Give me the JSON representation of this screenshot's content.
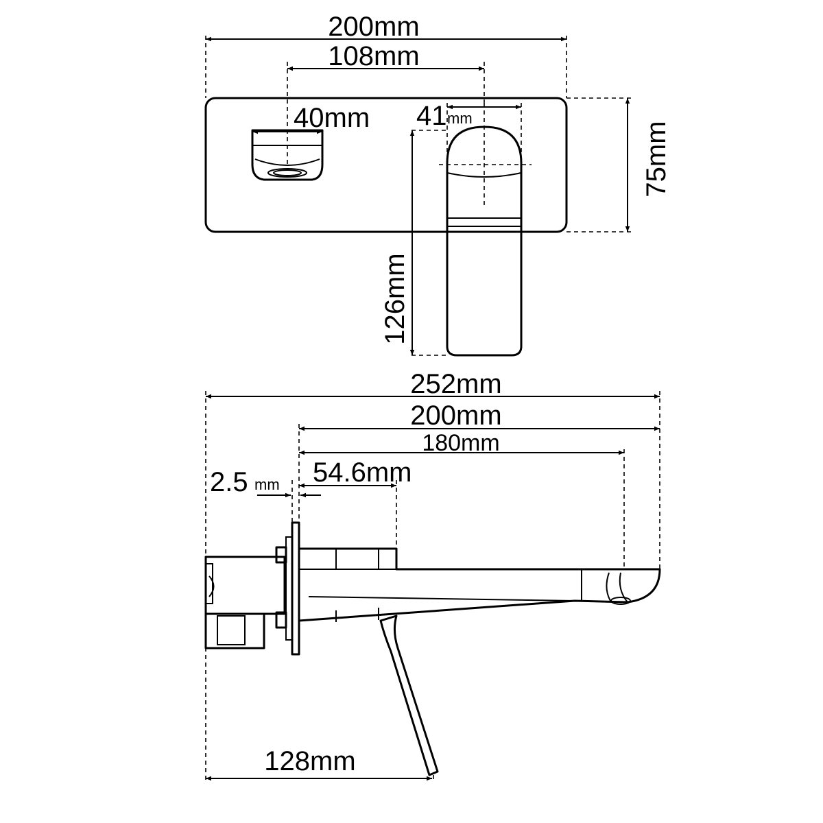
{
  "front_view": {
    "overall_width": "200mm",
    "handle_offset": "108mm",
    "outlet_width": "40mm",
    "handle_width_value": "41",
    "handle_width_unit": "mm",
    "plate_height": "75mm",
    "handle_drop": "126mm"
  },
  "side_view": {
    "total_projection": "252mm",
    "spout_length": "200mm",
    "spout_reach": "180mm",
    "plate_thickness_value": "2.5",
    "plate_thickness_unit": "mm",
    "body_depth": "54.6mm",
    "lever_reach": "128mm"
  }
}
